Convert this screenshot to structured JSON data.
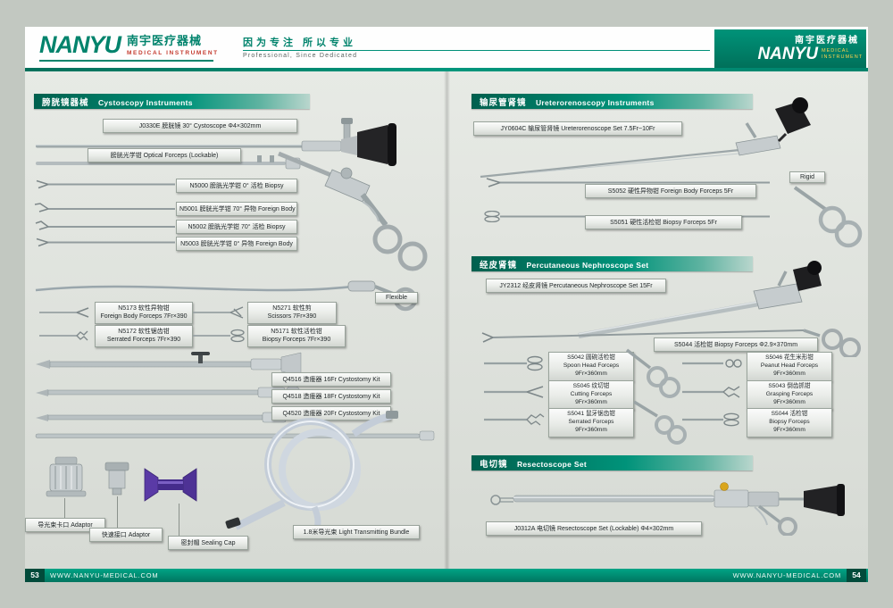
{
  "brand_accent": "#00836c",
  "header": {
    "left_brand": {
      "name": "NANYU",
      "cn": "南宇医疗器械",
      "sub": "MEDICAL  INSTRUMENT",
      "slogan_cn": "因为专注  所以专业",
      "slogan_en": "Professional, Since Dedicated"
    },
    "right_brand": {
      "cn": "南宇医疗器械",
      "name": "NANYU",
      "sub": "MEDICAL INSTRUMENT"
    }
  },
  "left_page": {
    "section_cystoscopy": {
      "title_cn": "膀胱镜器械",
      "title_en": "Cystoscopy Instruments",
      "cystoscope_label": "J0330E 膀胱镜 30°  Cystoscope  Φ4×302mm",
      "optical_forceps_label": "膀胱光学钳 Optical Forceps (Lockable)",
      "optical_forceps": [
        "N5000 膀胱光学钳  0°  活检 Biopsy",
        "N5001 膀胱光学钳 70°  异物 Foreign Body",
        "N5002 膀胱光学钳 70°  活检 Biopsy",
        "N5003 膀胱光学钳  0°  异物 Foreign Body"
      ],
      "flexible_tag": "Flexible",
      "flexible_forceps": [
        {
          "cn": "N5173 软性异物钳",
          "en": "Foreign Body Forceps 7Fr×390"
        },
        {
          "cn": "N5271 软性剪",
          "en": "Scissors 7Fr×390"
        },
        {
          "cn": "N5172 软性锯齿钳",
          "en": "Serrated Forceps 7Fr×390"
        },
        {
          "cn": "N5171 软性活检钳",
          "en": "Biopsy Forceps 7Fr×390"
        }
      ],
      "cystostomy_kits": [
        "Q4516 造瘘器 16Fr Cystostomy Kit",
        "Q4518 造瘘器 18Fr Cystostomy Kit",
        "Q4520 造瘘器 20Fr Cystostomy Kit"
      ],
      "accessory_labels": {
        "light_adaptor": "导光束卡口 Adaptor",
        "quick_adaptor": "快速接口 Adaptor",
        "sealing_cap": "密封帽 Sealing Cap",
        "light_bundle": "1.8米导光束  Light Transmitting Bundle"
      }
    },
    "footer": {
      "page_no": "53",
      "site": "WWW.NANYU-MEDICAL.COM"
    }
  },
  "right_page": {
    "section_ureterorenoscopy": {
      "title_cn": "输尿管肾镜",
      "title_en": "Ureterorenoscopy Instruments",
      "scope_label": "JY0604C 输尿管肾镜 Ureterorenoscope Set 7.5Fr~10Fr",
      "rigid_tag": "Rigid",
      "forceps": [
        "S5052 硬性异物钳 Foreign Body Forceps 5Fr",
        "S5051 硬性活检钳 Biopsy Forceps 5Fr"
      ]
    },
    "section_nephroscope": {
      "title_cn": "经皮肾镜",
      "title_en": "Percutaneous Nephroscope Set",
      "scope_label": "JY2312 经皮肾镜 Percutaneous Nephroscope Set 15Fr",
      "long_biopsy_label": "S5044 活检钳 Biopsy Forceps  Φ2.9×370mm",
      "forceps": [
        {
          "cn": "S5042 圆碗活检钳",
          "en": "Spoon Head Forceps",
          "size": "9Fr×360mm"
        },
        {
          "cn": "S5046 花生米形钳",
          "en": "Peanut Head Forceps",
          "size": "9Fr×360mm"
        },
        {
          "cn": "S5045 纹切钳",
          "en": "Cutting Forceps",
          "size": "9Fr×360mm"
        },
        {
          "cn": "S5043 倒齿抓钳",
          "en": "Grasping Forceps",
          "size": "9Fr×360mm"
        },
        {
          "cn": "S5041 鼠牙锯齿钳",
          "en": "Serrated Forceps",
          "size": "9Fr×360mm"
        },
        {
          "cn": "S5044 活检钳",
          "en": "Biopsy Forceps",
          "size": "9Fr×360mm"
        }
      ]
    },
    "section_resectoscope": {
      "title_cn": "电切镜",
      "title_en": "Resectoscope Set",
      "scope_label": "J0312A 电切镜 Resectoscope Set (Lockable)  Φ4×302mm"
    },
    "footer": {
      "page_no": "54",
      "site": "WWW.NANYU-MEDICAL.COM"
    }
  }
}
